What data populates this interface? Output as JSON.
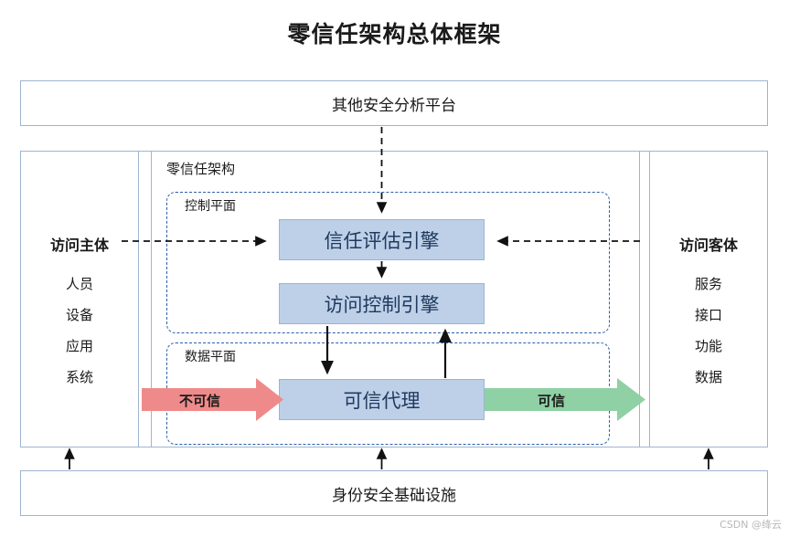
{
  "title": "零信任架构总体框架",
  "top_banner": {
    "label": "其他安全分析平台"
  },
  "bottom_banner": {
    "label": "身份安全基础设施"
  },
  "subject": {
    "title": "访问主体",
    "items": [
      "人员",
      "设备",
      "应用",
      "系统"
    ]
  },
  "object": {
    "title": "访问客体",
    "items": [
      "服务",
      "接口",
      "功能",
      "数据"
    ]
  },
  "architecture": {
    "label": "零信任架构",
    "control_plane": {
      "label": "控制平面",
      "boxes": [
        {
          "label": "信任评估引擎"
        },
        {
          "label": "访问控制引擎"
        }
      ]
    },
    "data_plane": {
      "label": "数据平面",
      "boxes": [
        {
          "label": "可信代理"
        }
      ]
    }
  },
  "flows": [
    {
      "label": "不可信",
      "color": "#ef8a8a"
    },
    {
      "label": "可信",
      "color": "#8fd0a4"
    }
  ],
  "colors": {
    "box_fill": "#bdd0e8",
    "box_border": "#9bb4d4",
    "frame_border": "#9fb4cf",
    "dashed_border": "#2b5fa8",
    "text": "#1a1a1a",
    "engine_text": "#203a5f"
  },
  "watermark": "CSDN @绛云"
}
